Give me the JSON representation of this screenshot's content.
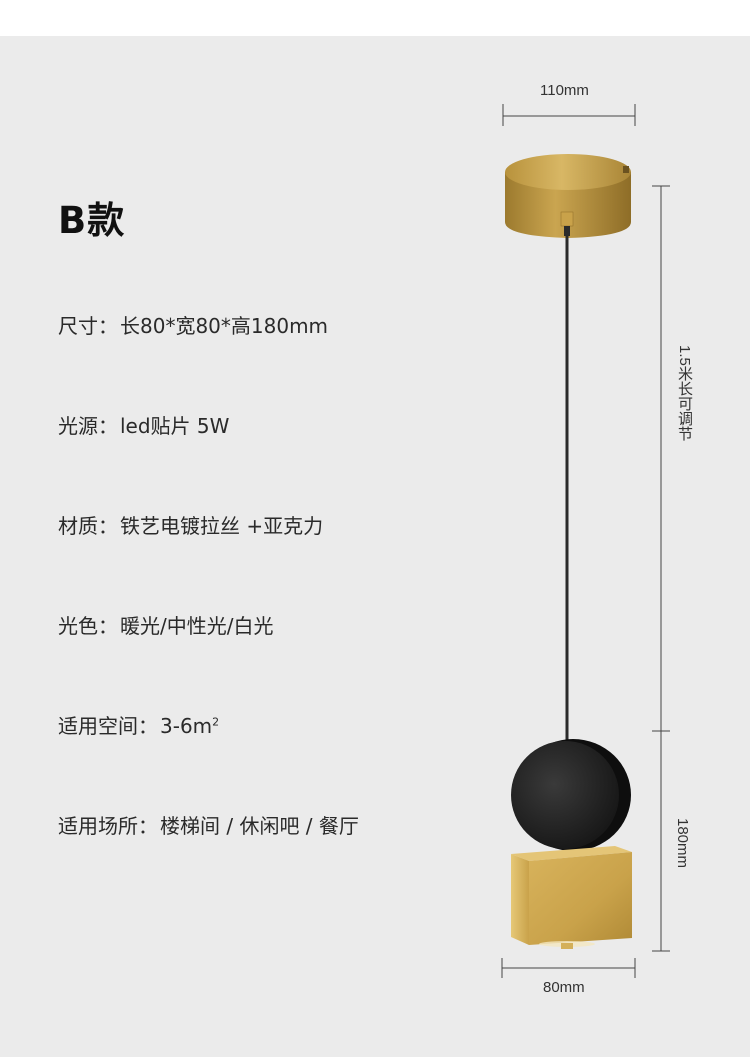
{
  "title": "B款",
  "specs": [
    {
      "label": "尺寸：",
      "value": "长80*宽80*高180mm"
    },
    {
      "label": "光源：",
      "value": "led贴片 5W"
    },
    {
      "label": "材质：",
      "value": "铁艺电镀拉丝 +亚克力"
    },
    {
      "label": "光色：",
      "value": "暖光/中性光/白光"
    },
    {
      "label": "适用空间：",
      "value": "3-6m",
      "sup": "2"
    },
    {
      "label": "适用场所：",
      "value": "楼梯间 / 休闲吧 / 餐厅"
    }
  ],
  "dimensions": {
    "canopy_width": "110mm",
    "cord_length": "1.5米长可调节",
    "lamp_height": "180mm",
    "lamp_width": "80mm"
  },
  "colors": {
    "background": "#ebebeb",
    "brass": "#c9a24a",
    "black": "#1c1c1c"
  }
}
